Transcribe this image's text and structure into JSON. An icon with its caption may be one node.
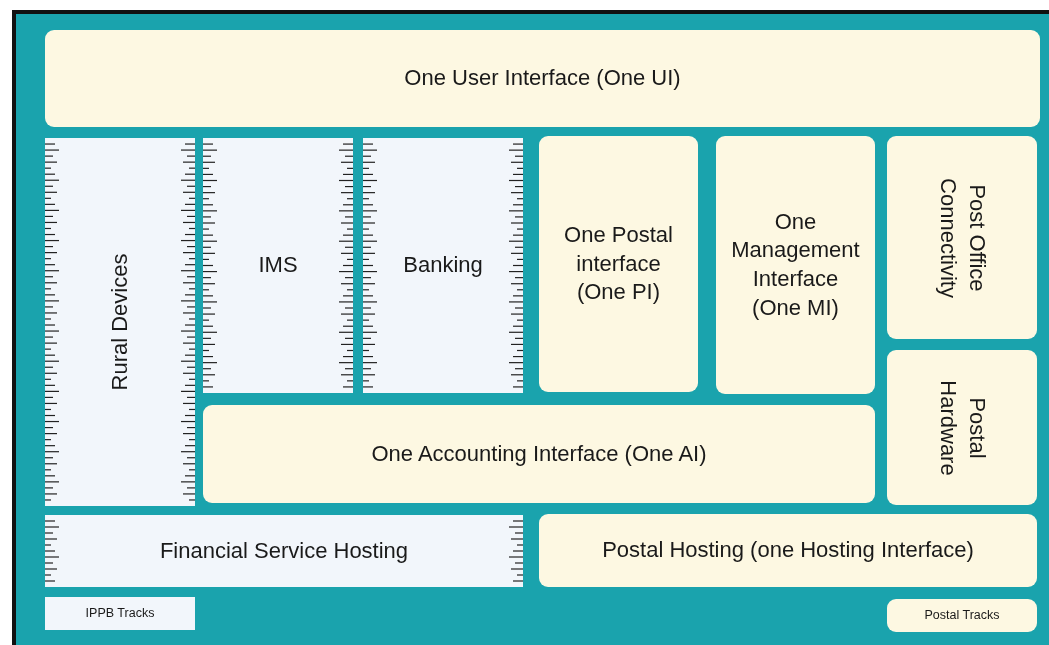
{
  "diagram": {
    "nodes": [
      {
        "text": [
          "One User Interface (One UI)"
        ]
      },
      {
        "text": [
          "Rural Devices"
        ]
      },
      {
        "text": [
          "IMS"
        ]
      },
      {
        "text": [
          "Banking"
        ]
      },
      {
        "text": [
          "One Postal interface (One PI)"
        ]
      },
      {
        "text": [
          "One Management Interface (One MI)"
        ]
      },
      {
        "text": [
          "Post Office Connectivity"
        ]
      },
      {
        "text": [
          "Postal Hardware"
        ]
      },
      {
        "text": [
          "One Accounting Interface (One AI)"
        ]
      },
      {
        "text": [
          "Financial Service Hosting"
        ]
      },
      {
        "text": [
          "Postal Hosting (one Hosting Interface)"
        ]
      },
      {
        "text": [
          "IPPB Tracks"
        ]
      },
      {
        "text": [
          "Postal Tracks"
        ]
      }
    ]
  }
}
